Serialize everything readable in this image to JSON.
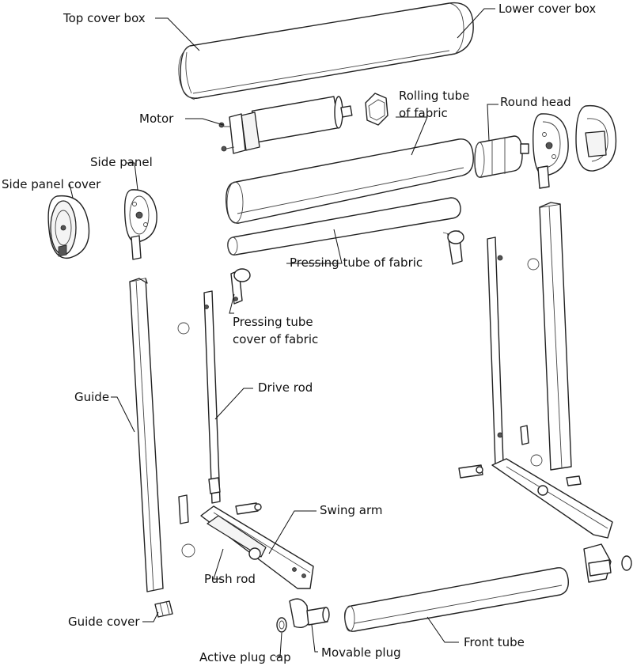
{
  "labels": {
    "top_cover_box": "Top cover box",
    "lower_cover_box": "Lower cover box",
    "motor": "Motor",
    "rolling_tube_line1": "Rolling tube",
    "rolling_tube_line2": "of fabric",
    "round_head": "Round head",
    "side_panel": "Side panel",
    "side_panel_cover": "Side panel cover",
    "pressing_tube": "Pressing tube of fabric",
    "pressing_tube_cover_line1": "Pressing tube",
    "pressing_tube_cover_line2": "cover of fabric",
    "drive_rod": "Drive rod",
    "guide": "Guide",
    "swing_arm": "Swing arm",
    "push_rod": "Push rod",
    "guide_cover": "Guide cover",
    "front_tube": "Front tube",
    "active_plug_cap": "Active plug cap",
    "movable_plug": "Movable plug"
  }
}
